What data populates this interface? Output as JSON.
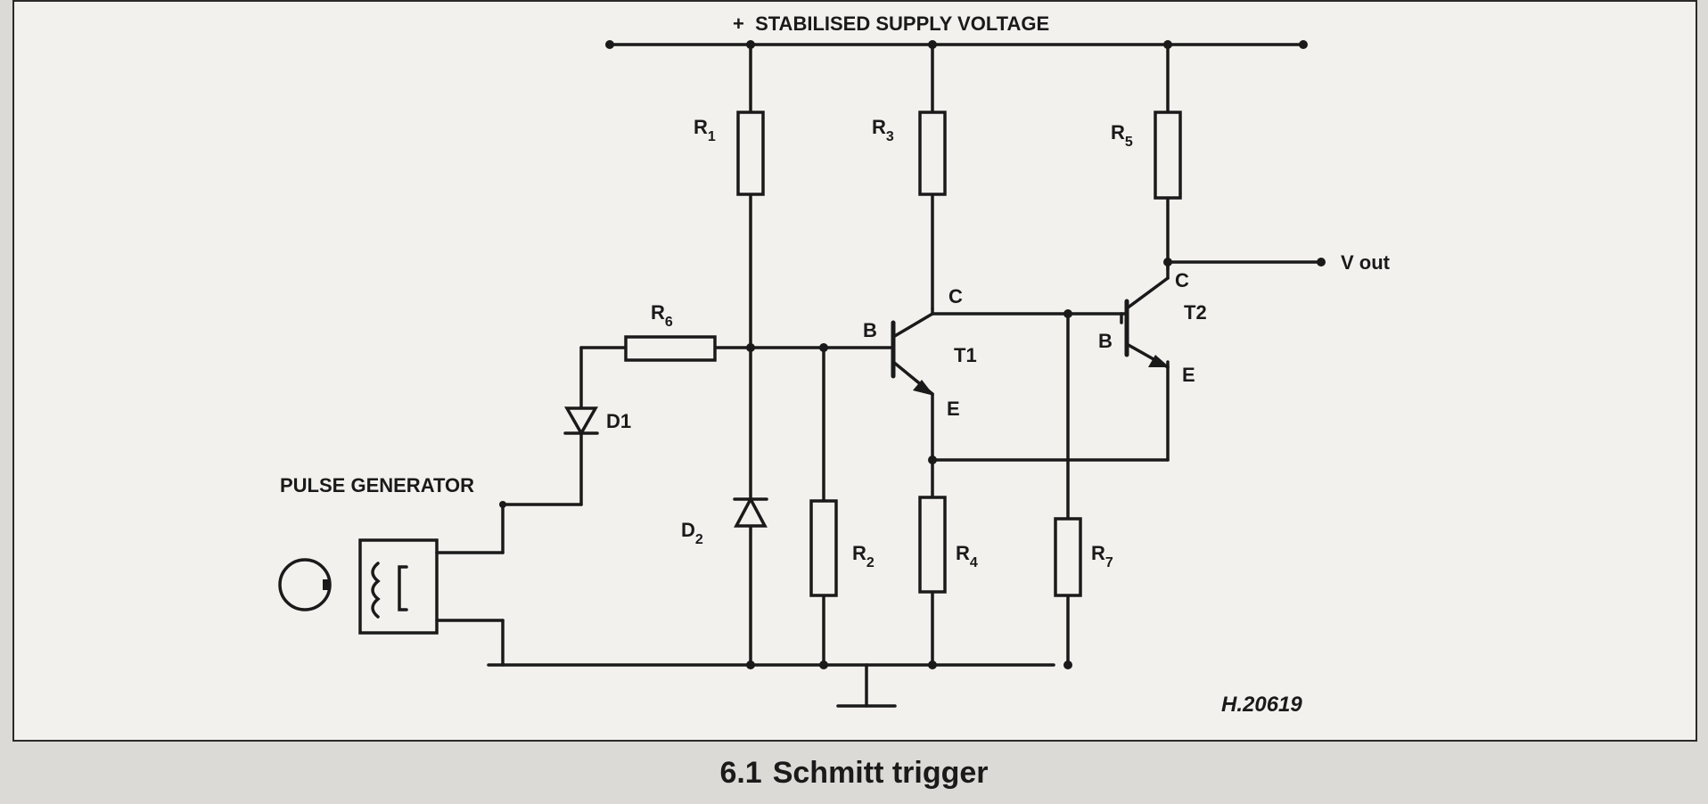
{
  "supply_label": "+  STABILISED SUPPLY VOLTAGE",
  "resistors": [
    {
      "name": "R",
      "sub": "1"
    },
    {
      "name": "R",
      "sub": "3"
    },
    {
      "name": "R",
      "sub": "5"
    },
    {
      "name": "R",
      "sub": "6"
    },
    {
      "name": "R",
      "sub": "2"
    },
    {
      "name": "R",
      "sub": "4"
    },
    {
      "name": "R",
      "sub": "7"
    }
  ],
  "diodes": [
    {
      "name": "D1",
      "sub": ""
    },
    {
      "name": "D",
      "sub": "2"
    }
  ],
  "transistors": [
    {
      "name": "T1",
      "base": "B",
      "collector": "C",
      "emitter": "E"
    },
    {
      "name": "T2",
      "base": "B",
      "collector": "C",
      "emitter": "E"
    }
  ],
  "output_label": "V out",
  "pulse_generator_label": "PULSE GENERATOR",
  "drawing_number": "H.20619",
  "caption": {
    "number": "6.1",
    "title": "Schmitt trigger"
  }
}
